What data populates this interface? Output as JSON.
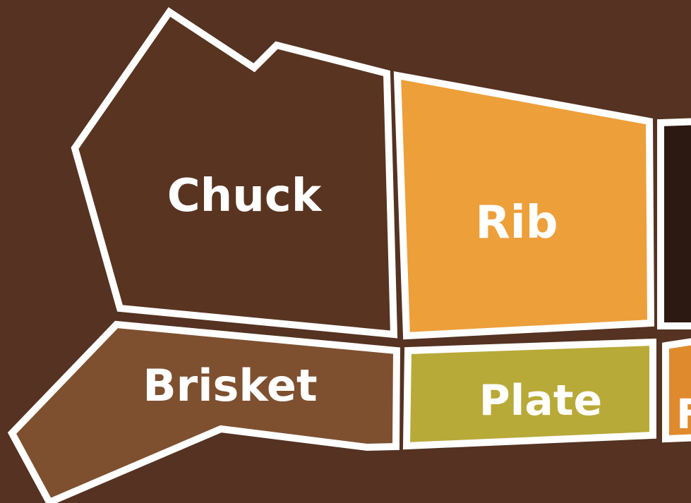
{
  "diagram": {
    "background_color": "#553221",
    "outline_color": "#ffffff",
    "cuts": [
      {
        "key": "chuck",
        "label": "Chuck",
        "color": "#593420"
      },
      {
        "key": "rib",
        "label": "Rib",
        "color": "#ED9F3A"
      },
      {
        "key": "brisket",
        "label": "Brisket",
        "color": "#7E5030"
      },
      {
        "key": "plate",
        "label": "Plate",
        "color": "#B8AA38"
      },
      {
        "key": "loin",
        "label": "",
        "color": "#2C1A12"
      },
      {
        "key": "flank",
        "label": "F",
        "color": "#E08A2E"
      }
    ]
  }
}
